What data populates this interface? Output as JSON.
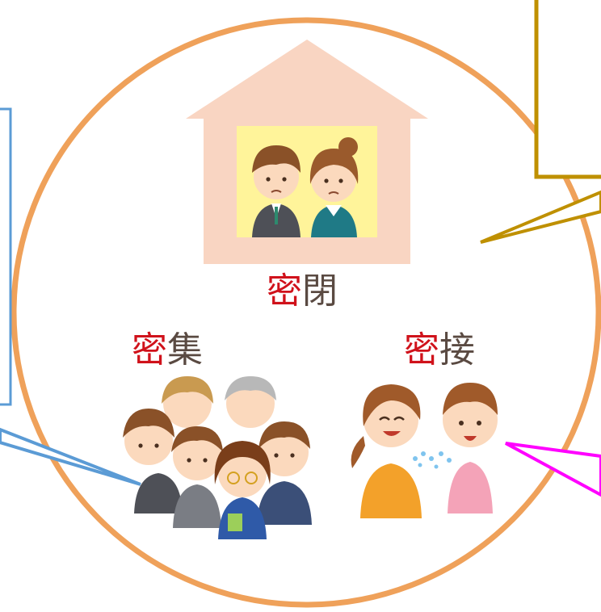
{
  "labels": {
    "closed": {
      "accent": "密",
      "rest": "閉"
    },
    "crowded": {
      "accent": "密",
      "rest": "集"
    },
    "close_contact": {
      "accent": "密",
      "rest": "接"
    }
  },
  "colors": {
    "circle": "#efa15a",
    "house": "#f9d5c2",
    "window": "#fff49a",
    "accent_text": "#d0121b",
    "body_text": "#5a4a42",
    "left_callout": "#5b9bd5",
    "top_right_callout": "#bf9000",
    "right_callout": "#ff00ff"
  },
  "icons": [
    "house-icon",
    "two-people-icon",
    "crowd-icon",
    "coughing-people-icon"
  ]
}
